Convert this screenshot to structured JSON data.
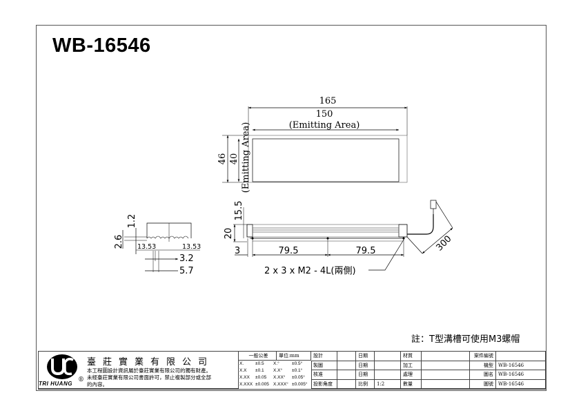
{
  "drawing_title": "WB-16546",
  "top_view": {
    "overall_length": "165",
    "emitting_length": "150",
    "emitting_label": "(Emitting Area)",
    "overall_width": "46",
    "emitting_width": "40"
  },
  "side_view": {
    "height": "20",
    "height_upper": "15.5",
    "offset": "3",
    "pitch_left": "79.5",
    "pitch_right": "79.5",
    "cable_length": "300",
    "hole_callout": "2 x 3 x M2 - 4L(兩側)"
  },
  "end_view": {
    "dim_2_6": "2.6",
    "dim_1_2": "1.2",
    "dim_13_53_left": "13.53",
    "dim_13_53_right": "13.53",
    "dim_3_2": "3.2",
    "dim_5_7": "5.7"
  },
  "note": "註：T型溝槽可使用M3螺帽",
  "title_block": {
    "logo_text": "TRI HUANG",
    "company": "臺莊實業有限公司",
    "copyright_lines": [
      "本工程圖設計資訊屬於臺莊實業有限公司的獨有財產。",
      "未經臺莊實業有限公司書面許可，禁止複製部分或全部",
      "的內容。"
    ],
    "tolerance_header": "一般公差",
    "unit_header": "單位:mm",
    "tolerances": [
      [
        "X.",
        "±0.5",
        "X.°",
        "±0.5°"
      ],
      [
        "X.X",
        "±0.1",
        "X.X°",
        "±0.1°"
      ],
      [
        "X.XX",
        "±0.05",
        "X.XX°",
        "±0.05°"
      ],
      [
        "X.XXX",
        "±0.005",
        "X.XXX°",
        "±0.005°"
      ]
    ],
    "rows": [
      {
        "l1": "設計",
        "v1": "",
        "l2": "日期",
        "v2": "",
        "l3": "材質",
        "v3": "",
        "l4": "案件編號",
        "v4": ""
      },
      {
        "l1": "製圖",
        "v1": "",
        "l2": "日期",
        "v2": "",
        "l3": "加工",
        "v3": "",
        "l4": "機型",
        "v4": "WB-16546"
      },
      {
        "l1": "核准",
        "v1": "",
        "l2": "日期",
        "v2": "",
        "l3": "處理",
        "v3": "",
        "l4": "圖名",
        "v4": "WB-16546"
      },
      {
        "l1": "投影角度",
        "v1": "",
        "l2": "比例",
        "v2": "1:2",
        "l3": "數量",
        "v3": "",
        "l4": "圖號",
        "v4": "WB-16546"
      }
    ]
  }
}
